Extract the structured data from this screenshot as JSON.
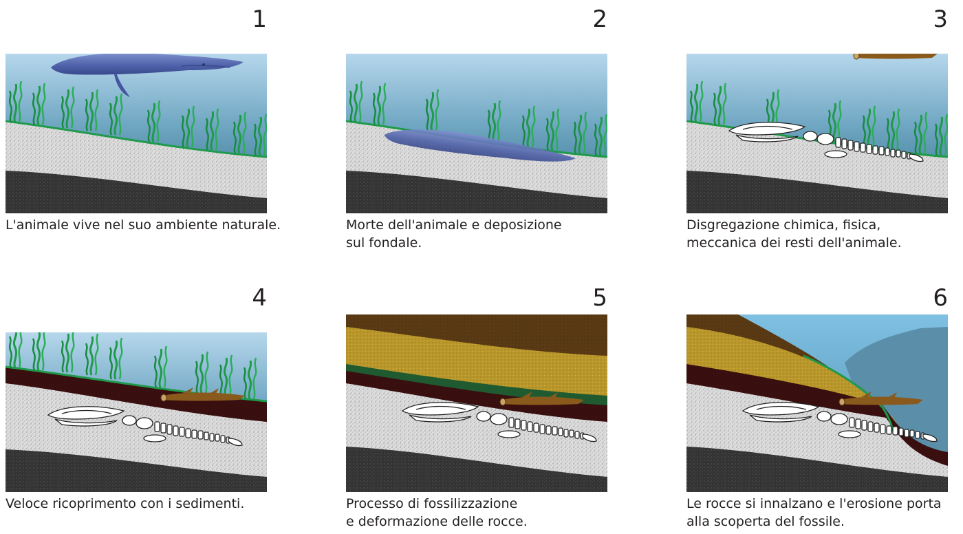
{
  "panels": [
    {
      "number": "1",
      "lines": [
        "L'animale vive nel suo ambiente naturale."
      ]
    },
    {
      "number": "2",
      "lines": [
        "Morte dell'animale e deposizione",
        "sul fondale."
      ]
    },
    {
      "number": "3",
      "lines": [
        "Disgregazione chimica, fisica,",
        "meccanica dei resti dell'animale."
      ]
    },
    {
      "number": "4",
      "lines": [
        "Veloce ricoprimento con i sedimenti."
      ]
    },
    {
      "number": "5",
      "lines": [
        "Processo di fossilizzazione",
        "e deformazione delle rocce."
      ]
    },
    {
      "number": "6",
      "lines": [
        "Le rocce si innalzano e l'erosione porta",
        "alla scoperta del fossile."
      ]
    }
  ],
  "colors": {
    "water_top": "#b6d7ec",
    "water_bottom": "#3f7f9a",
    "sand": "#d9d9d9",
    "dark_rock": "#3a3a3a",
    "algae": "#1f9a4a",
    "whale": "#5b6fb5",
    "mud": "#3a0f10",
    "ochre": "#b9972a",
    "brown_top": "#5a3a14",
    "sky": "#7fc0e3"
  }
}
